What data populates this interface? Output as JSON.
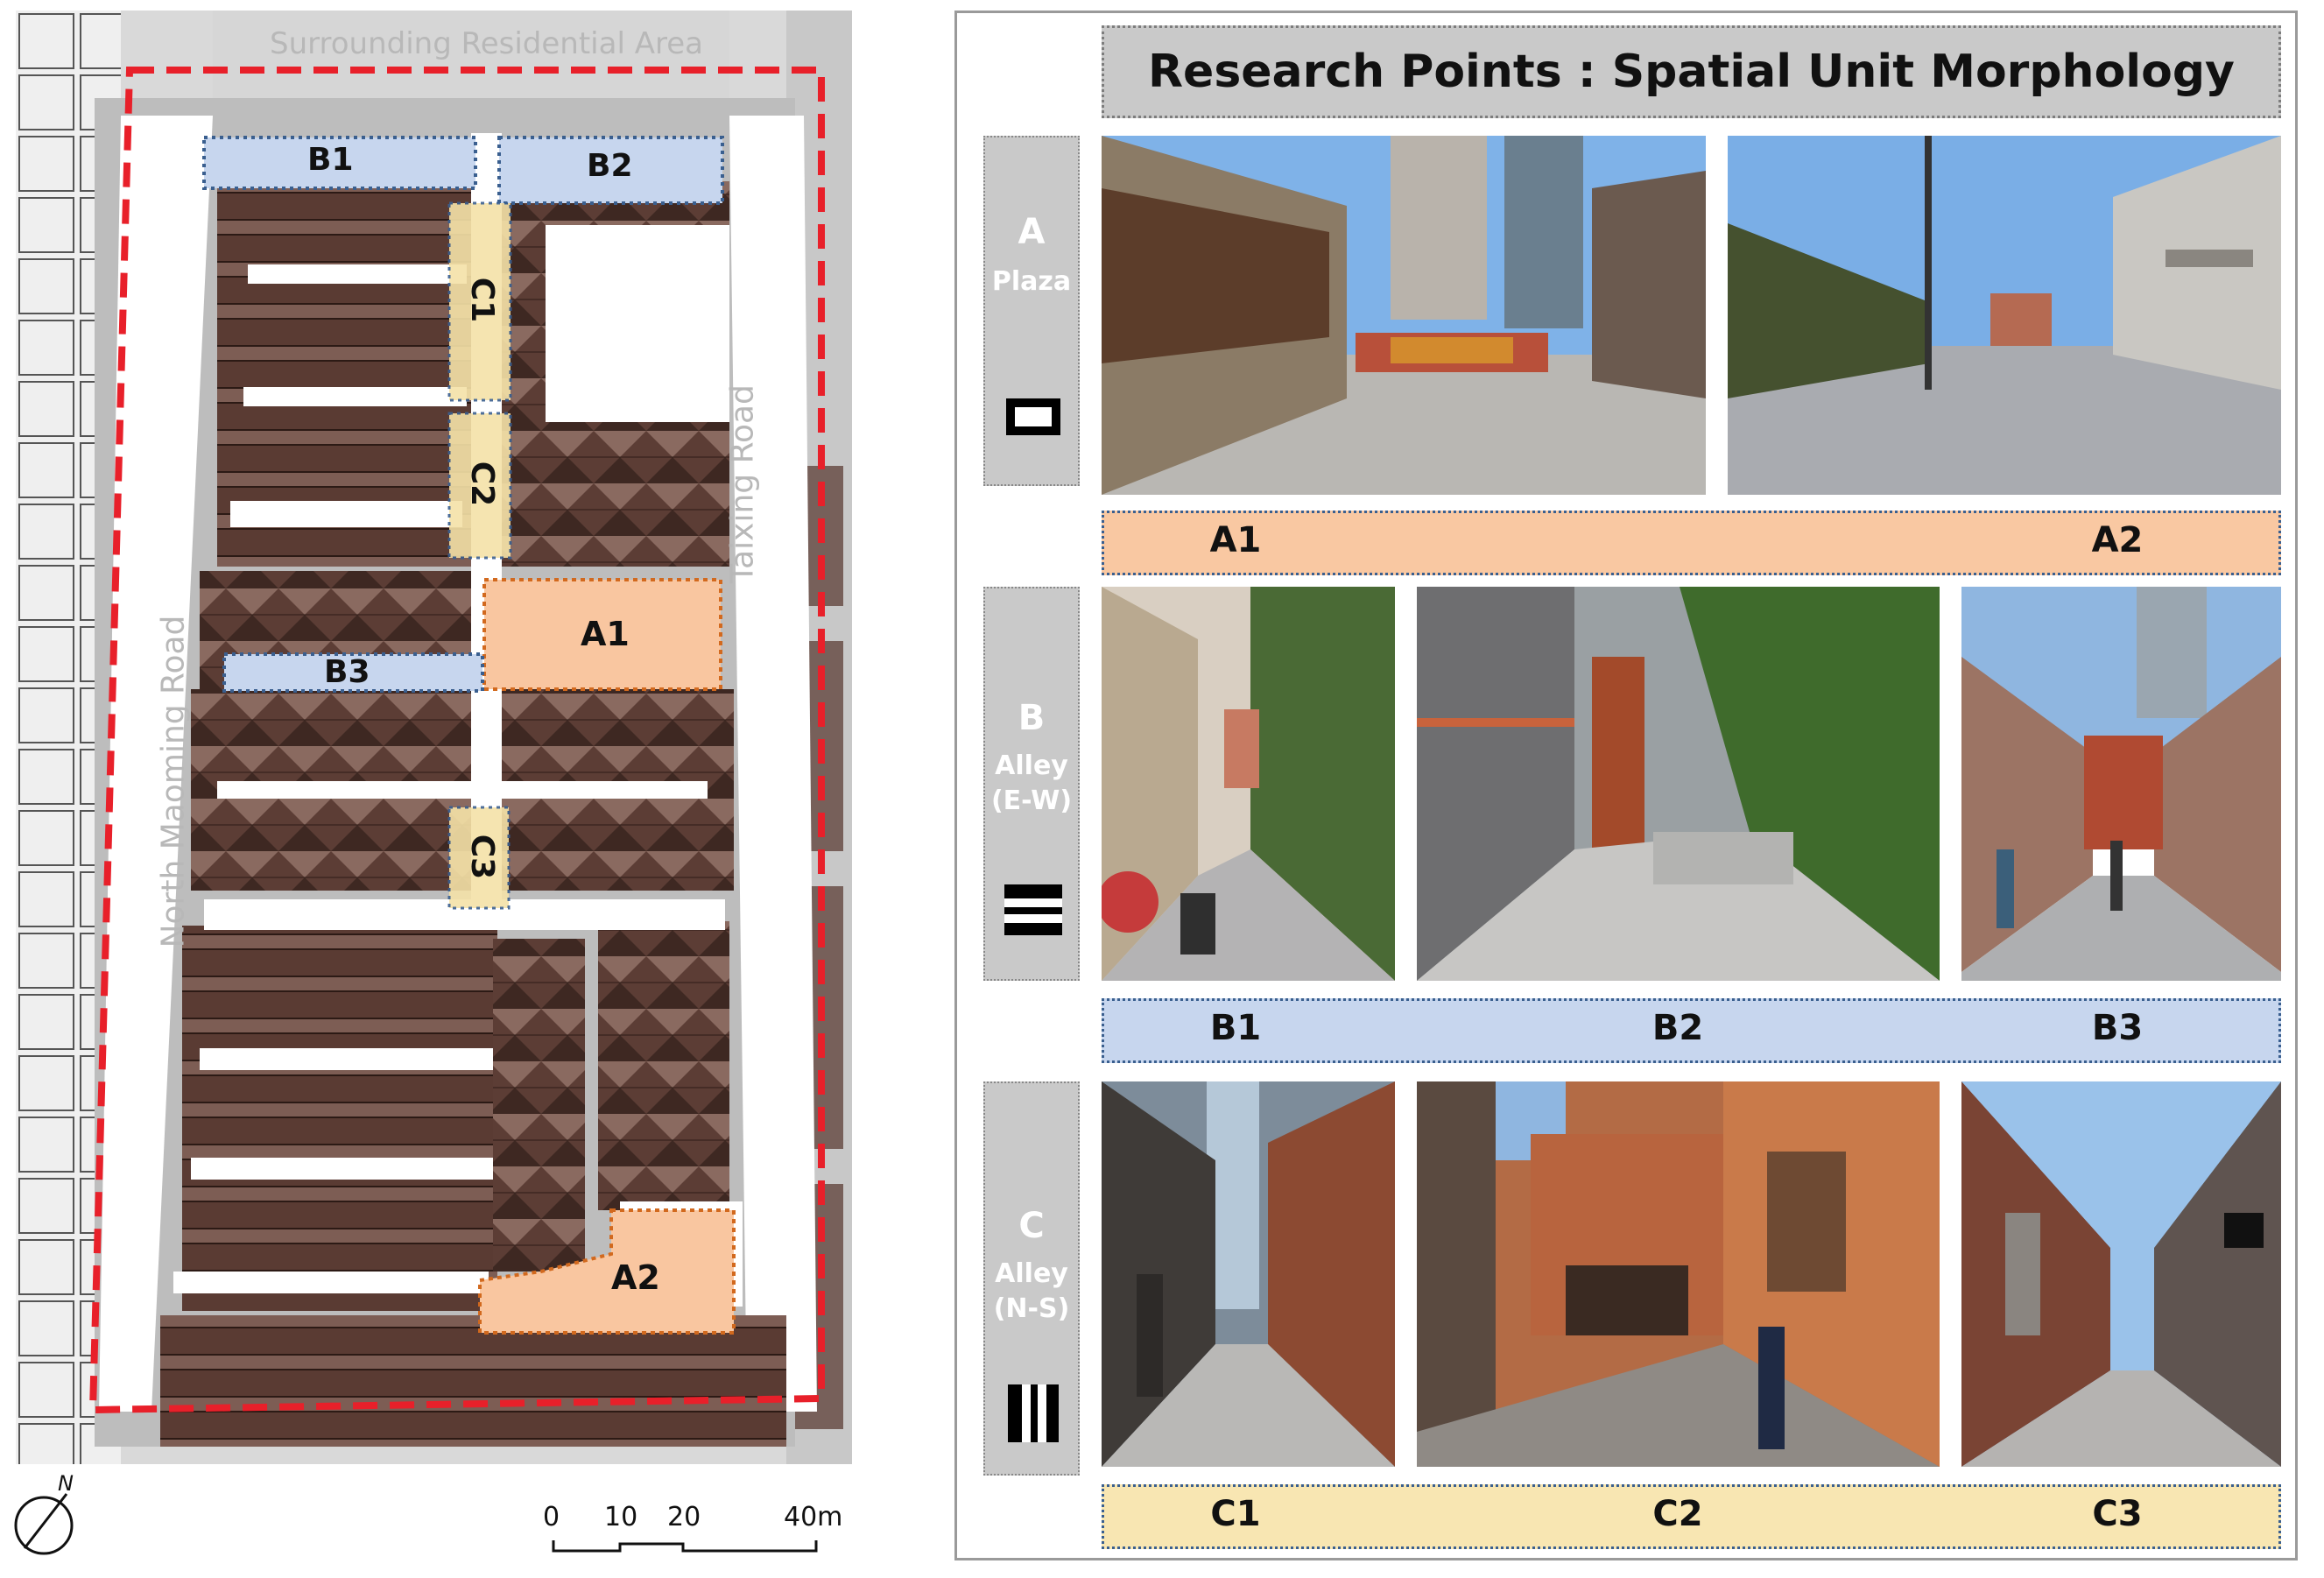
{
  "map": {
    "surrounding_label": "Surrounding Residential Area",
    "road_west": "North Maoming Road",
    "road_east": "Taixing Road",
    "areas": {
      "B1": "B1",
      "B2": "B2",
      "B3": "B3",
      "C1": "C1",
      "C2": "C2",
      "C3": "C3",
      "A1": "A1",
      "A2": "A2"
    },
    "north_label": "N",
    "scale_ticks": [
      "0",
      "10",
      "20",
      "40m"
    ]
  },
  "panel": {
    "title": "Research Points : Spatial Unit Morphology",
    "rows": [
      {
        "letter": "A",
        "name": "Plaza",
        "labels": [
          "A1",
          "A2"
        ]
      },
      {
        "letter": "B",
        "name_lines": [
          "Alley",
          "(E-W)"
        ],
        "labels": [
          "B1",
          "B2",
          "B3"
        ]
      },
      {
        "letter": "C",
        "name_lines": [
          "Alley",
          "(N-S)"
        ],
        "labels": [
          "C1",
          "C2",
          "C3"
        ]
      }
    ]
  },
  "colors": {
    "boundary": "#e8202a",
    "area_a": "#f9c6a0",
    "area_b": "#c7d6ee",
    "area_c": "#f5e2a8",
    "bar_a": "#f9c8a2",
    "bar_b": "#c7d6ee",
    "bar_c": "#f8e6b2",
    "roof": "#5c3d35",
    "tab_gray": "#c9c9c9"
  }
}
